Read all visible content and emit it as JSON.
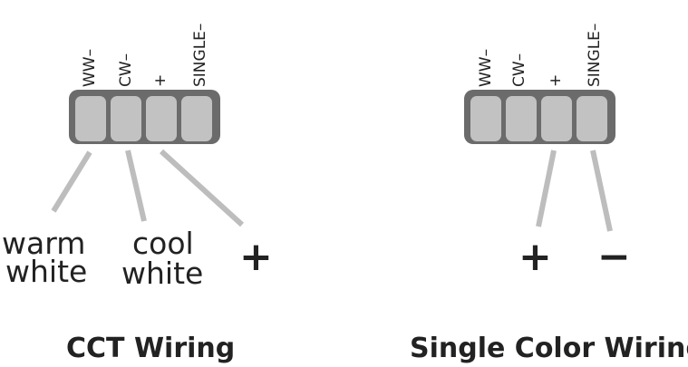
{
  "cct": {
    "pin_labels": [
      "WW–",
      "CW–",
      "+",
      "SINGLE–"
    ],
    "wire_labels": {
      "warm_line1": "warm",
      "warm_line2": "white",
      "cool_line1": "cool",
      "cool_line2": "white",
      "plus": "+"
    },
    "caption": "CCT Wiring"
  },
  "single": {
    "pin_labels": [
      "WW–",
      "CW–",
      "+",
      "SINGLE–"
    ],
    "wire_labels": {
      "plus": "+",
      "minus": "−"
    },
    "caption": "Single Color Wiring"
  },
  "colors": {
    "housing": "#6b6b6b",
    "pin": "#c2c2c2",
    "wire": "#bdbdbd",
    "text": "#222222"
  }
}
